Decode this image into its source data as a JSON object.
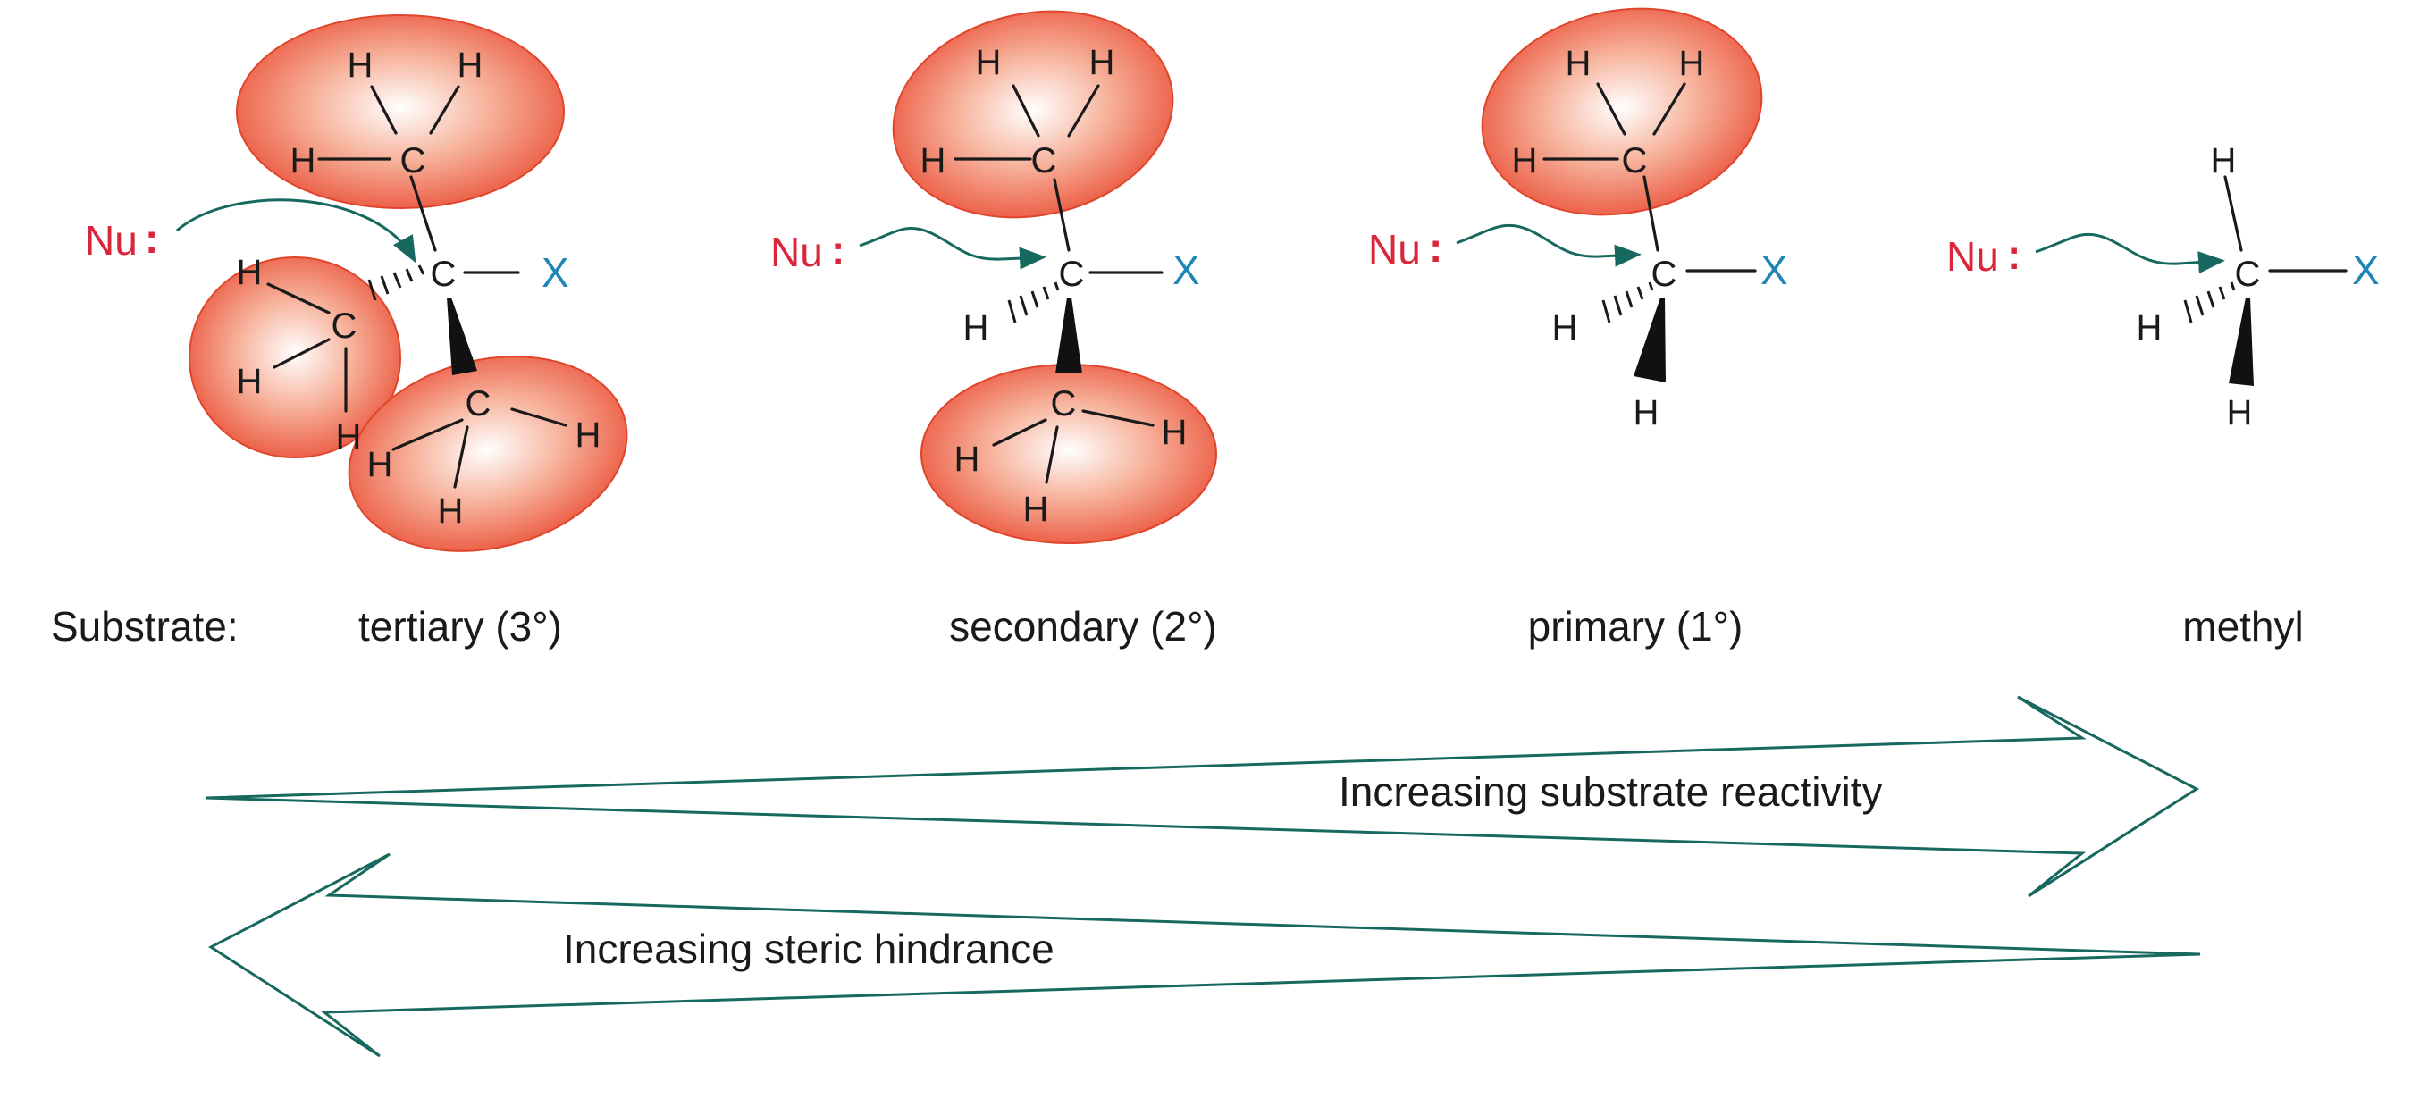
{
  "colors": {
    "nucleophile": "#d9263a",
    "leaving_group": "#1f86b3",
    "arrow": "#17685e",
    "lobe_edge": "#ea4f36",
    "lobe_center": "#ffffff",
    "bond": "#1a1a1a"
  },
  "atoms": {
    "carbon": "C",
    "hydrogen": "H",
    "leaving_group": "X"
  },
  "nucleophile": {
    "label": "Nu",
    "lone_pair": ":"
  },
  "substrate_label": "Substrate:",
  "substrates": [
    {
      "name": "tertiary (3°)"
    },
    {
      "name": "secondary (2°)"
    },
    {
      "name": "primary (1°)"
    },
    {
      "name": "methyl"
    }
  ],
  "arrows": {
    "right": "Increasing substrate reactivity",
    "left": "Increasing steric hindrance"
  }
}
